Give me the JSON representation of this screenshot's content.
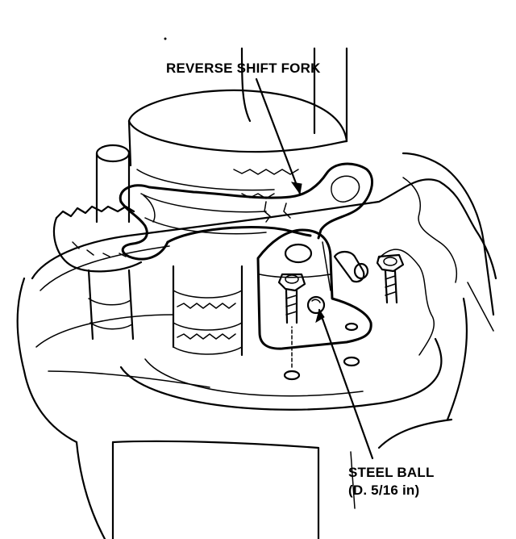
{
  "labels": {
    "fork": "REVERSE SHIFT FORK",
    "ball_line1": "STEEL BALL",
    "ball_line2": "(D. 5/16 in)"
  }
}
